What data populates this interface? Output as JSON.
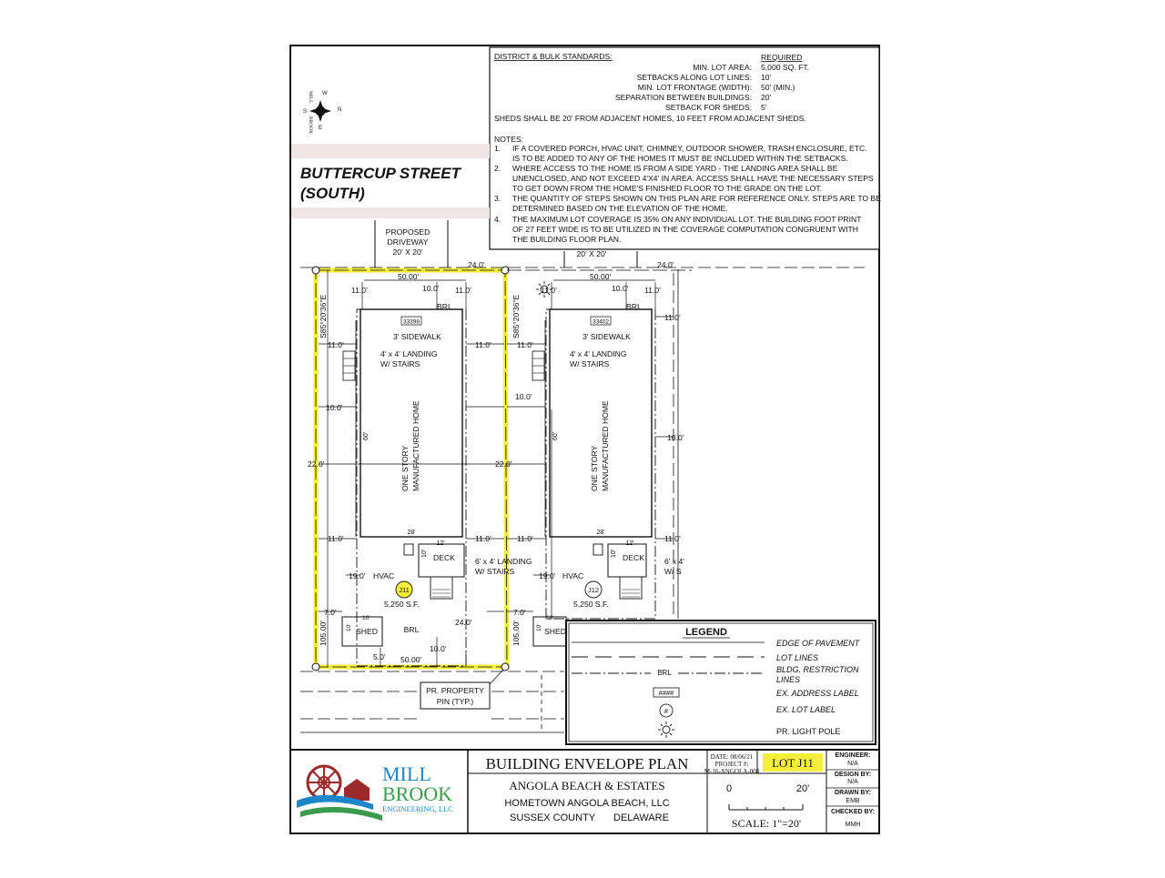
{
  "standards": {
    "header": "DISTRICT & BULK STANDARDS:",
    "required_header": "REQUIRED",
    "rows": [
      {
        "label": "MIN. LOT AREA:",
        "value": "5,000 SQ. FT."
      },
      {
        "label": "SETBACKS ALONG LOT LINES:",
        "value": "10'"
      },
      {
        "label": "MIN. LOT FRONTAGE (WIDTH):",
        "value": "50' (MIN.)"
      },
      {
        "label": "SEPARATION BETWEEN BUILDINGS:",
        "value": "20'"
      },
      {
        "label": "SETBACK FOR SHEDS:",
        "value": "5'"
      }
    ],
    "shed_note": "SHEDS SHALL BE 20' FROM ADJACENT HOMES, 10 FEET FROM ADJACENT SHEDS."
  },
  "notes": {
    "header": "NOTES:",
    "items": [
      {
        "num": "1.",
        "lines": [
          "IF A COVERED PORCH, HVAC UNIT, CHIMNEY, OUTDOOR SHOWER, TRASH ENCLOSURE, ETC.",
          "IS TO BE ADDED TO ANY OF THE HOMES IT MUST BE INCLUDED WITHIN THE SETBACKS."
        ]
      },
      {
        "num": "2.",
        "lines": [
          "WHERE ACCESS TO THE HOME IS FROM A SIDE YARD - THE LANDING AREA SHALL BE",
          "UNENCLOSED, AND NOT EXCEED 4'X4' IN AREA. ACCESS SHALL HAVE THE NECESSARY STEPS",
          "TO GET DOWN FROM THE HOME'S FINISHED FLOOR TO THE GRADE ON THE LOT."
        ]
      },
      {
        "num": "3.",
        "lines": [
          "THE QUANTITY OF STEPS SHOWN ON THIS PLAN ARE FOR REFERENCE ONLY. STEPS ARE TO BE",
          "DETERMINED BASED ON THE ELEVATION OF THE HOME."
        ]
      },
      {
        "num": "4.",
        "lines": [
          "THE MAXIMUM LOT COVERAGE IS 35% ON ANY INDIVIDUAL LOT. THE BUILDING FOOT PRINT",
          "OF 27 FEET WIDE IS TO BE UTILIZED IN THE COVERAGE COMPUTATION CONGRUENT WITH",
          "THE BUILDING FLOOR PLAN."
        ]
      }
    ]
  },
  "compass": {
    "n": "N",
    "s": "S",
    "e": "E",
    "w": "W",
    "brand": [
      "MILL",
      "BROOK"
    ]
  },
  "street": {
    "line1": "BUTTERCUP STREET",
    "line2": "(SOUTH)"
  },
  "driveway": {
    "line1": "PROPOSED",
    "line2": "DRIVEWAY",
    "line3": "20' X 20'"
  },
  "driveway2_size": "20' X 20'",
  "lot1": {
    "address": "33398",
    "lot_label": "J11",
    "area": "5,250 S.F.",
    "home_line1": "ONE STORY",
    "home_line2": "MANUFACTURED HOME",
    "bearing": "S85°20'36\"E",
    "dims": {
      "front": "50.00'",
      "front_setback": "10.0'",
      "left_top": "11.0'",
      "right_top": "11.0'",
      "corner_24": "24.0'",
      "side_11_left": "11.0'",
      "side_11_right": "11.0'",
      "side_10_left": "10.0'",
      "side_10_right": "10.0'",
      "width_22_left": "22.0'",
      "width_22_right": "22.0'",
      "low_11_left": "11.0'",
      "low_11_right": "11.0'",
      "rear_19": "19.0'",
      "shed_7": "7.0'",
      "depth": "105.00'",
      "rear": "50.00'",
      "rear_10": "10.0'",
      "shed_5": "5.0'",
      "rear_24": "24.0'",
      "home_len": "60'",
      "home_w": "28'",
      "deck_w": "12'",
      "deck_d": "10'",
      "shed_d": "10'"
    }
  },
  "lot2": {
    "address": "33402",
    "lot_label": "J12",
    "area": "5,250 S.F.",
    "home_line1": "ONE STORY",
    "home_line2": "MANUFACTURED HOME",
    "bearing": "S85°20'36\"E",
    "dims": {
      "front": "50.00'",
      "front_setback": "10.0'",
      "left_top": "11.0'",
      "right_top": "11.0'",
      "corner_24": "24.0'",
      "right_11": "11.0'",
      "side_11_left": "11.0'",
      "side_10_right": "10.0'",
      "low_11_left": "11.0'",
      "low_11_right": "11.0'",
      "rear_19": "19.0'",
      "shed_7": "7.0'",
      "depth": "105.00'",
      "home_len": "60'",
      "home_w": "28'",
      "deck_w": "12'",
      "deck_d": "10'",
      "shed_d": "10'"
    }
  },
  "labels": {
    "brl": "BRL",
    "sidewalk": "3' SIDEWALK",
    "landing_line1": "4' x 4' LANDING",
    "landing_line2": "W/ STAIRS",
    "rear_landing_line1": "6' x 4' LANDING",
    "rear_landing_line2": "W/ STAIRS",
    "rear_landing2_line1": "6' x 4'",
    "rear_landing2_line2": "W/ S",
    "hvac": "HVAC",
    "deck": "DECK",
    "shed": "SHED",
    "pin_line1": "PR. PROPERTY",
    "pin_line2": "PIN (TYP.)"
  },
  "legend": {
    "title": "LEGEND",
    "items": [
      {
        "label": "EDGE OF PAVEMENT"
      },
      {
        "label": "LOT LINES"
      },
      {
        "label": "BLDG. RESTRICTION",
        "label2": "LINES",
        "symbol_text": "BRL"
      },
      {
        "label": "EX. ADDRESS LABEL",
        "symbol_text": "####"
      },
      {
        "label": "EX. LOT LABEL",
        "symbol_text": "#"
      },
      {
        "label": "PR. LIGHT POLE"
      }
    ]
  },
  "title_block": {
    "logo_line1": "MILL",
    "logo_line2": "BROOK",
    "logo_line3": "ENGINEERING, LLC",
    "plan_title": "BUILDING ENVELOPE PLAN",
    "date": "DATE: 08/06/21",
    "project_label": "PROJECT #:",
    "project_num": "M-16-ANGOLA-008",
    "lot": "LOT J11",
    "project_name": "ANGOLA BEACH & ESTATES",
    "owner": "HOMETOWN ANGOLA BEACH, LLC",
    "county": "SUSSEX COUNTY",
    "state": "DELAWARE",
    "scale_zero": "0",
    "scale_twenty": "20'",
    "scale": "SCALE:   1\"=20'",
    "engineer_label": "ENGINEER:",
    "engineer": "N/A",
    "design_label": "DESIGN BY:",
    "design": "N/A",
    "drawn_label": "DRAWN BY:",
    "drawn": "EMB",
    "checked_label": "CHECKED BY:",
    "checked": "MMH"
  },
  "colors": {
    "highlight": "#f5ee3a",
    "logo_blue": "#1c86c8",
    "logo_green": "#3a9b4a",
    "logo_red": "#9c2a2a"
  }
}
